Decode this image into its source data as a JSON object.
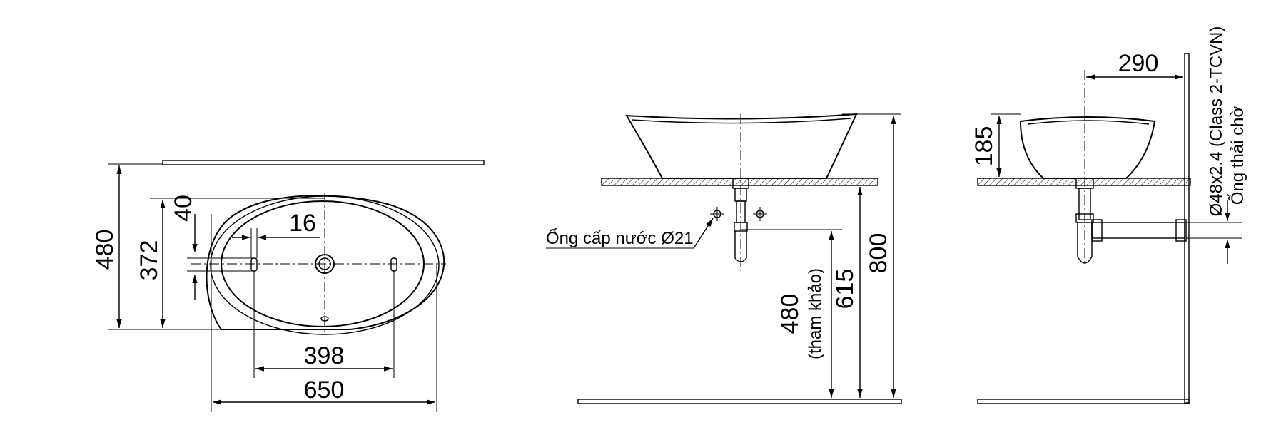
{
  "plan_view": {
    "dim_width_total": "650",
    "dim_hole_spacing": "398",
    "dim_depth_total": "480",
    "dim_depth_bowl": "372",
    "dim_offset_top": "40",
    "dim_hole_size": "16"
  },
  "front_view": {
    "dim_total_height": "800",
    "dim_water_supply_height": "615",
    "dim_reference_height": "480",
    "dim_reference_note": "(tham khảo)",
    "label_water_supply": "Ống cấp nước Ø21"
  },
  "side_view": {
    "dim_wall_offset": "290",
    "dim_basin_height": "185",
    "label_drain_spec": "Ø48x2.4 (Class 2-TCVN)",
    "label_drain_pipe": "Ống thải chờ"
  },
  "colors": {
    "line": "#000000",
    "background": "#ffffff"
  }
}
